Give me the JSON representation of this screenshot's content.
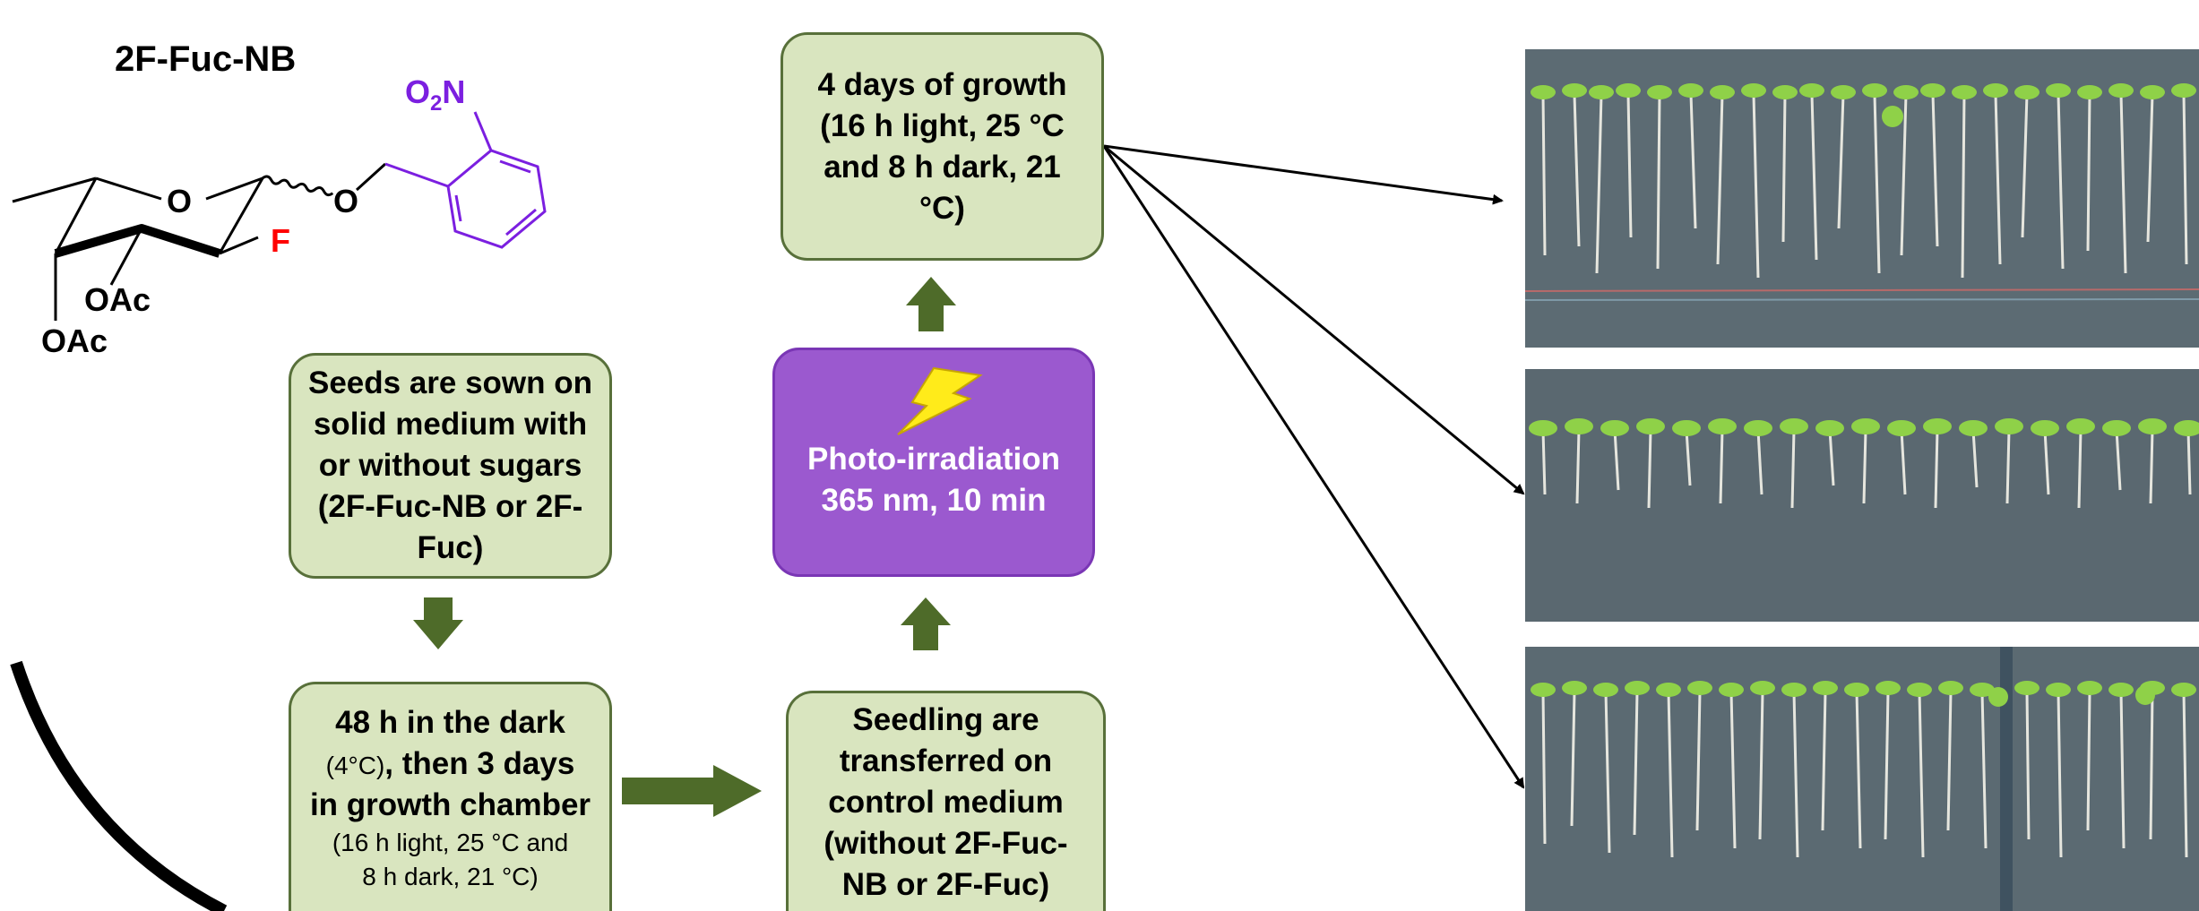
{
  "molecule": {
    "name": "2F-Fuc-NB",
    "ring_oxygen": "O",
    "glycosidic_oxygen": "O",
    "fluorine": "F",
    "acetate_1": "OAc",
    "acetate_2": "OAc",
    "nitro": {
      "o": "O",
      "subscript": "2",
      "n": "N"
    }
  },
  "steps": {
    "sow": [
      "Seeds are sown on",
      "solid medium with",
      "or without sugars",
      "(2F-Fuc-NB or 2F-",
      "Fuc)"
    ],
    "dark": {
      "line1": "48 h in the dark",
      "line2_normal": "(4°C)",
      "line2_bold": ", then 3 days",
      "line3": "in growth chamber",
      "line4": "(16 h light, 25 °C and",
      "line5": "8 h dark, 21 °C)"
    },
    "transfer": [
      "Seedling are",
      "transferred on",
      "control medium",
      "(without 2F-Fuc-",
      "NB or 2F-Fuc)"
    ],
    "irradiation": [
      "Photo-irradiation",
      "365 nm, 10 min"
    ],
    "growth": [
      "4 days of growth",
      "(16 h light, 25 °C",
      "and  8 h dark, 21",
      "°C)"
    ]
  },
  "colors": {
    "box_fill": "#d9e5bf",
    "box_border": "#58703a",
    "arrow_green": "#4e6b29",
    "purple": "#9b59cf",
    "nitro_purple": "#7b1fe0",
    "fluorine_red": "#ff0000",
    "lightning_yellow": "#ffeb1a"
  }
}
